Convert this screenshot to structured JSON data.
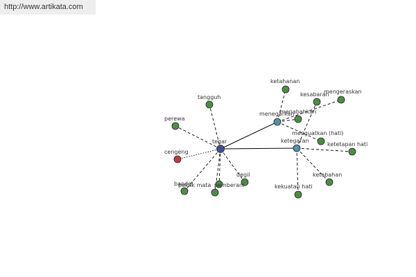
{
  "header": {
    "url": "http://www.artikata.com"
  },
  "colors": {
    "center": "#3f4f9a",
    "hub": "#4f92a5",
    "leaf": "#4f8c46",
    "antonym": "#b8403c",
    "edge": "#000000"
  },
  "graph": {
    "nodes": [
      {
        "id": "tegar",
        "label": "tegar",
        "kind": "center"
      },
      {
        "id": "menegarkan",
        "label": "menegarkan",
        "kind": "hub"
      },
      {
        "id": "ketegaran",
        "label": "ketegaran",
        "kind": "hub"
      },
      {
        "id": "tangguh",
        "label": "tangguh",
        "kind": "leaf"
      },
      {
        "id": "perewa",
        "label": "perewa",
        "kind": "leaf"
      },
      {
        "id": "cengeng",
        "label": "cengeng",
        "kind": "antonym"
      },
      {
        "id": "bandel",
        "label": "bandel",
        "kind": "leaf"
      },
      {
        "id": "pekak",
        "label": "pekak mata",
        "kind": "leaf"
      },
      {
        "id": "pemberani",
        "label": "pemberani",
        "kind": "leaf"
      },
      {
        "id": "degil",
        "label": "degil",
        "kind": "leaf"
      },
      {
        "id": "ketahanan",
        "label": "ketahanan",
        "kind": "leaf"
      },
      {
        "id": "kesabaran",
        "label": "kesabaran",
        "kind": "leaf"
      },
      {
        "id": "mengeraskan",
        "label": "mengeraskan",
        "kind": "leaf"
      },
      {
        "id": "menabahkan",
        "label": "menabahkan",
        "kind": "leaf"
      },
      {
        "id": "menguatkan",
        "label": "menguatkan (hati)",
        "kind": "leaf"
      },
      {
        "id": "ketetapan",
        "label": "ketetapan hati",
        "kind": "leaf"
      },
      {
        "id": "ketabahan",
        "label": "ketabahan",
        "kind": "leaf"
      },
      {
        "id": "kekuatan",
        "label": "kekuatan hati",
        "kind": "leaf"
      }
    ],
    "edges": [
      {
        "from": "tegar",
        "to": "menegarkan",
        "style": "solid"
      },
      {
        "from": "tegar",
        "to": "ketegaran",
        "style": "solid"
      },
      {
        "from": "tegar",
        "to": "tangguh",
        "style": "dashed"
      },
      {
        "from": "tegar",
        "to": "perewa",
        "style": "dashed"
      },
      {
        "from": "tegar",
        "to": "cengeng",
        "style": "dotted"
      },
      {
        "from": "tegar",
        "to": "bandel",
        "style": "dashed"
      },
      {
        "from": "tegar",
        "to": "pekak",
        "style": "dashed"
      },
      {
        "from": "tegar",
        "to": "pemberani",
        "style": "dashed"
      },
      {
        "from": "tegar",
        "to": "degil",
        "style": "dashed"
      },
      {
        "from": "menegarkan",
        "to": "ketahanan",
        "style": "dashed"
      },
      {
        "from": "menegarkan",
        "to": "menabahkan",
        "style": "dashed"
      },
      {
        "from": "menegarkan",
        "to": "mengeraskan",
        "style": "dashed"
      },
      {
        "from": "menegarkan",
        "to": "menguatkan",
        "style": "dashed"
      },
      {
        "from": "ketegaran",
        "to": "kesabaran",
        "style": "dashed"
      },
      {
        "from": "ketegaran",
        "to": "ketetapan",
        "style": "dashed"
      },
      {
        "from": "ketegaran",
        "to": "ketabahan",
        "style": "dashed"
      },
      {
        "from": "ketegaran",
        "to": "kekuatan",
        "style": "dashed"
      }
    ]
  }
}
